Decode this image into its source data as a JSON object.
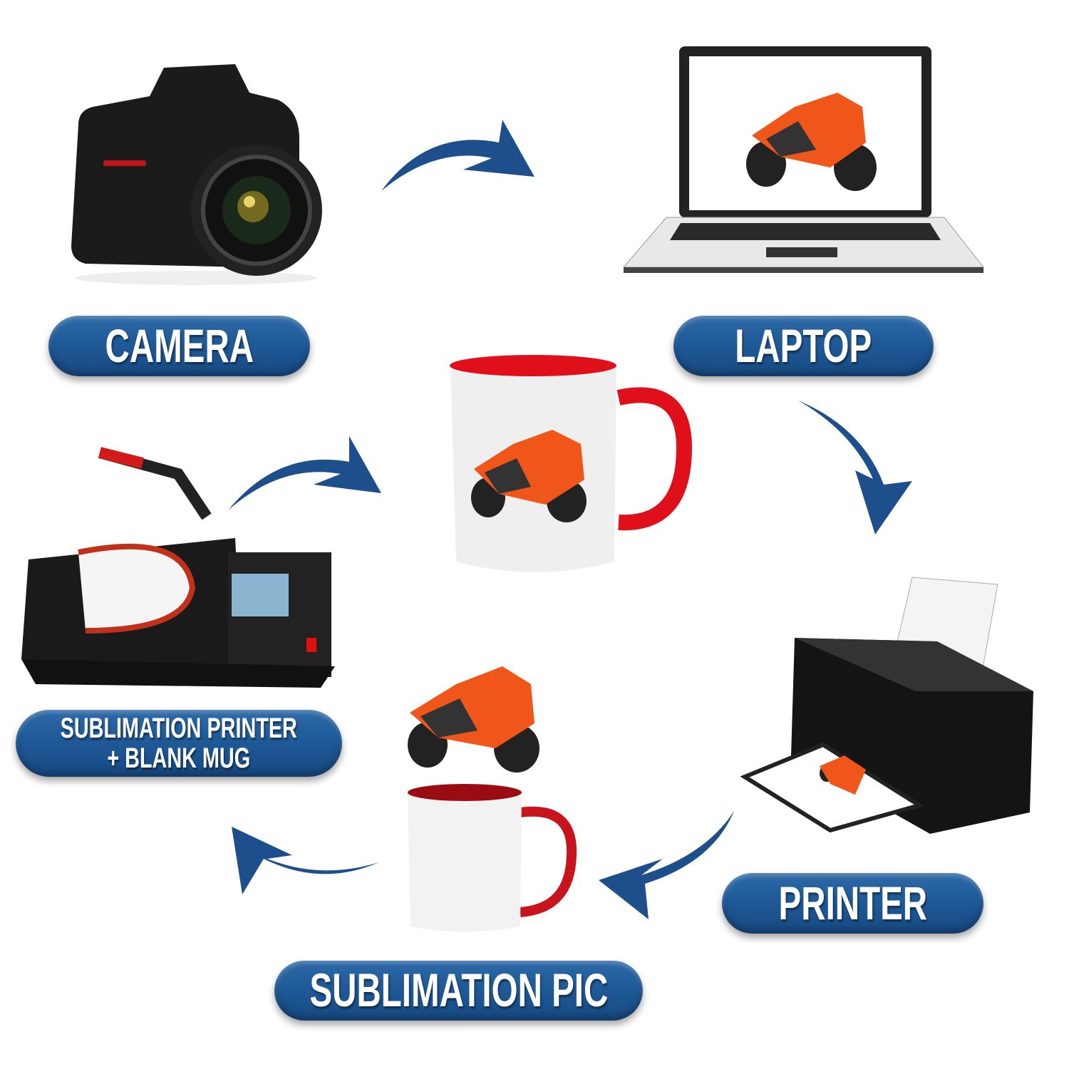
{
  "steps": [
    {
      "label": "CAMERA"
    },
    {
      "label": "LAPTOP"
    },
    {
      "label": "PRINTER"
    },
    {
      "label": "SUBLIMATION PIC"
    },
    {
      "label_line1": "SUBLIMATION PRINTER",
      "label_line2": "+ BLANK MUG"
    }
  ],
  "colors": {
    "pill": "#1f5a98",
    "arrow": "#1d4f8c",
    "mug_red": "#e0101a",
    "moto_orange": "#f0561a"
  }
}
